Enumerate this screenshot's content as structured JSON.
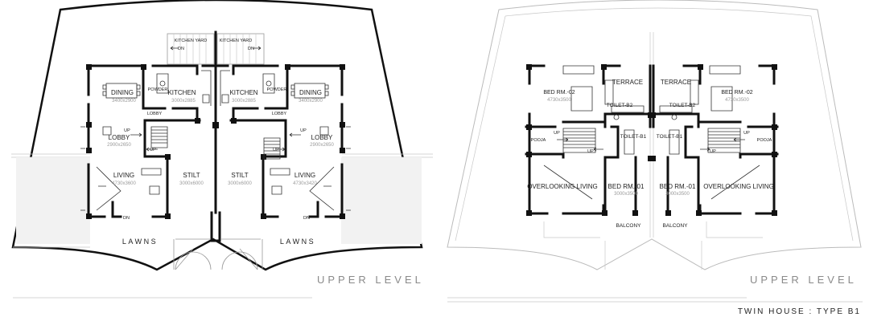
{
  "left_plan": {
    "labels": [
      {
        "text": "KITCHEN YARD"
      },
      {
        "text": "KITCHEN YARD"
      },
      {
        "text": "DN"
      },
      {
        "text": "DN"
      },
      {
        "text": "DINING"
      },
      {
        "text": "DINING"
      },
      {
        "text": "KITCHEN"
      },
      {
        "text": "KITCHEN"
      },
      {
        "text": "POWDER"
      },
      {
        "text": "POWDER"
      },
      {
        "text": "LOBBY"
      },
      {
        "text": "LOBBY"
      },
      {
        "text": "LOBBY"
      },
      {
        "text": "LOBBY"
      },
      {
        "text": "UP"
      },
      {
        "text": "UP"
      },
      {
        "text": "UP"
      },
      {
        "text": "UP"
      },
      {
        "text": "LIVING"
      },
      {
        "text": "LIVING"
      },
      {
        "text": "STILT"
      },
      {
        "text": "STILT"
      },
      {
        "text": "DN"
      },
      {
        "text": "DN"
      },
      {
        "text": "LAWNS"
      },
      {
        "text": "LAWNS"
      }
    ],
    "dims": [
      {
        "text": "3400x2900"
      },
      {
        "text": "3400x2900"
      },
      {
        "text": "3000x2885"
      },
      {
        "text": "3000x2885"
      },
      {
        "text": "2900x2650"
      },
      {
        "text": "2900x2650"
      },
      {
        "text": "4730x3600"
      },
      {
        "text": "4730x3420"
      },
      {
        "text": "3000x6000"
      },
      {
        "text": "3000x6000"
      }
    ],
    "level_title": "UPPER LEVEL"
  },
  "right_plan": {
    "labels": [
      {
        "text": "BED RM.-02"
      },
      {
        "text": "BED RM.-02"
      },
      {
        "text": "TERRACE"
      },
      {
        "text": "TERRACE"
      },
      {
        "text": "TOILET-B2"
      },
      {
        "text": "TOILET-B2"
      },
      {
        "text": "TOILET-B1"
      },
      {
        "text": "TOILET-B1"
      },
      {
        "text": "POOJA"
      },
      {
        "text": "POOJA"
      },
      {
        "text": "UP"
      },
      {
        "text": "UP"
      },
      {
        "text": "UP"
      },
      {
        "text": "UP"
      },
      {
        "text": "OVERLOOKING LIVING"
      },
      {
        "text": "OVERLOOKING LIVING"
      },
      {
        "text": "BED RM.-01"
      },
      {
        "text": "BED RM.-01"
      },
      {
        "text": "BALCONY"
      },
      {
        "text": "BALCONY"
      }
    ],
    "dims": [
      {
        "text": "4730x3500"
      },
      {
        "text": "4730x3500"
      },
      {
        "text": "3000x3500"
      },
      {
        "text": "3000x3500"
      }
    ],
    "level_title": "UPPER LEVEL"
  },
  "footer_title": "TWIN HOUSE : TYPE B1"
}
